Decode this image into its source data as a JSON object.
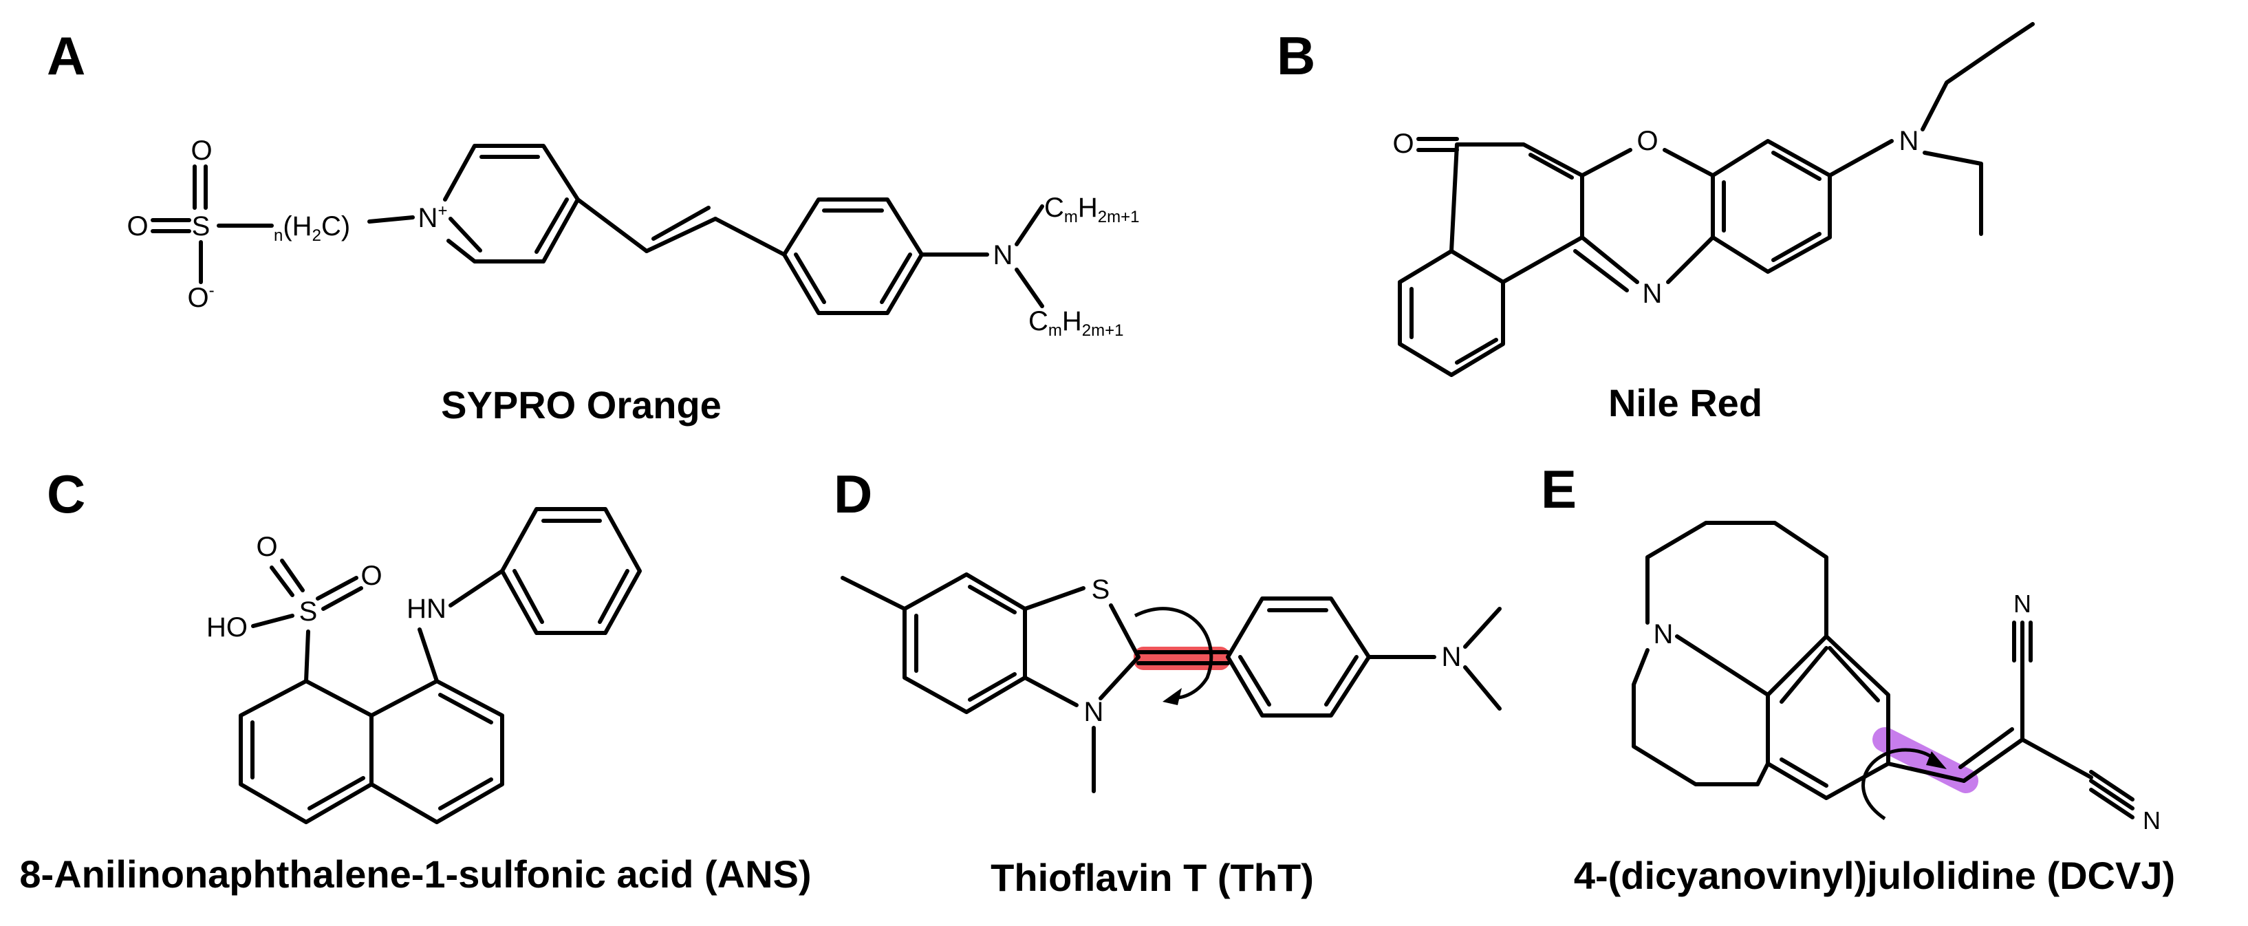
{
  "panels": {
    "A": {
      "letter": "A",
      "caption": "SYPRO Orange"
    },
    "B": {
      "letter": "B",
      "caption": "Nile Red"
    },
    "C": {
      "letter": "C",
      "caption": "8-Anilinonaphthalene-1-sulfonic acid (ANS)"
    },
    "D": {
      "letter": "D",
      "caption": "Thioflavin T (ThT)"
    },
    "E": {
      "letter": "E",
      "caption": "4-(dicyanovinyl)julolidine (DCVJ)"
    }
  },
  "atoms": {
    "O": "O",
    "S": "S",
    "N": "N",
    "O_minus": "O",
    "minus": "-",
    "N_plus": "N",
    "plus": "+",
    "chain_n": "n",
    "chain_h2c": "(H",
    "chain_2": "2",
    "chain_c": "C)",
    "C": "C",
    "m": "m",
    "H": "H",
    "sub_2m1": "2m+1",
    "HO": "HO",
    "HN": "HN"
  },
  "highlights": {
    "tht_bond_color": "#f0555a",
    "dcvj_bond_color": "#c77dec"
  }
}
